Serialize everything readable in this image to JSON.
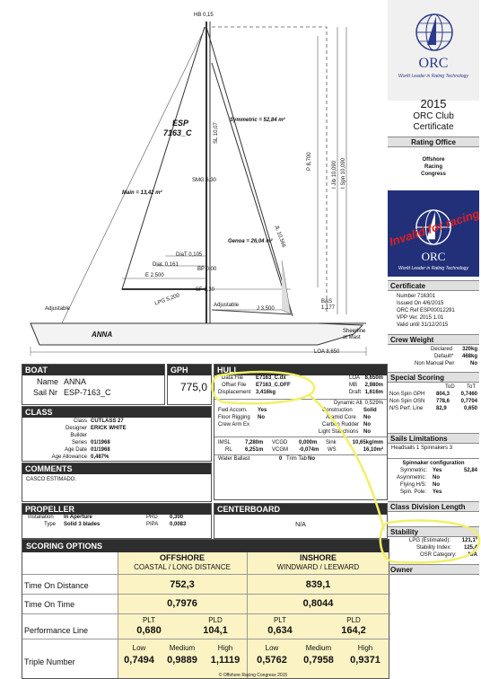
{
  "drawing": {
    "hb": "HB 0,15",
    "sail_id": "ESP",
    "sail_nr": "7163_C",
    "symmetric": "Symmetric = 52,84 m²",
    "sl": "SL 10,07",
    "smg": "SMG 6,30",
    "p": "P 8,700",
    "ijb": "I Jib 10,090",
    "ispn": "I Spn 10,090",
    "main": "Main = 13,42 m²",
    "jl": "JL 10,566",
    "genoa": "Genoa = 26,04 m²",
    "dia_t": "DiaT 0,105",
    "dia_l": "DiaL 0,161",
    "bp": "BP 0,00",
    "e": "E 2,500",
    "sf": "SF 6,30",
    "lpg": "LPG 5,200",
    "adj1": "Adjustable",
    "adj2": "Adjustable",
    "j": "J 3,500",
    "bas": "BAS",
    "bas_v": "1,177",
    "boat_name": "ANNA",
    "sheerline": "Sheerline",
    "at_mast": "at Mast",
    "loa": "LOA 8,650"
  },
  "right": {
    "logo": "ORC",
    "tagline": "World Leader in Rating Technology",
    "year": "2015",
    "cert_title1": "ORC Club",
    "cert_title2": "Certificate",
    "rating_office": "Rating Office",
    "ro1": "Offshore",
    "ro2": "Racing",
    "ro3": "Congress",
    "stamp": "Invalid for racing",
    "logo2": "ORC",
    "tagline2": "World Leader in Rating Technology",
    "certificate_h": "Certificate",
    "cert_rows": [
      "Number 716301",
      "Issued On 4/6/2015",
      "ORC Ref ESP00012291",
      "VPP Ver. 2015 1.01",
      "Valid until 31/12/2015"
    ],
    "crew_h": "Crew Weight",
    "crew": [
      {
        "l": "Declared",
        "v": "320kg"
      },
      {
        "l": "Default*",
        "v": "468kg"
      },
      {
        "l": "Non Manual Pwr",
        "v": "No"
      }
    ],
    "special_h": "Special Scoring",
    "special_cols": [
      "ToD",
      "ToT"
    ],
    "special": [
      {
        "l": "Non Spin GPH",
        "a": "804,3",
        "b": "0,7460"
      },
      {
        "l": "Non Spin OSN",
        "a": "778,6",
        "b": "0,7704"
      },
      {
        "l": "N/S Perf. Line",
        "a": "82,9",
        "b": "0,650"
      }
    ],
    "sails_h": "Sails Limitations",
    "sails": "Headsails 1 Spinnakers 3",
    "spin_h": "Spinnaker configuration",
    "spin": [
      {
        "l": "Symmetric:",
        "v": "Yes",
        "x": "52,84"
      },
      {
        "l": "Asymmetric:",
        "v": "No",
        "x": ""
      },
      {
        "l": "Flying H/S:",
        "v": "No",
        "x": ""
      },
      {
        "l": "Spin. Pole:",
        "v": "Yes",
        "x": ""
      }
    ],
    "class_div_h": "Class Division Length",
    "stability_h": "Stability",
    "stability": [
      {
        "l": "LPG (Estimated):",
        "v": "121,1º"
      },
      {
        "l": "Stability Index:",
        "v": "125,4"
      },
      {
        "l": "OSR Category:",
        "v": "N/A"
      }
    ],
    "owner_h": "Owner"
  },
  "boat": {
    "h": "BOAT",
    "name_l": "Name",
    "name": "ANNA",
    "sail_l": "Sail Nr",
    "sail": "ESP-7163_C",
    "gph_h": "GPH",
    "gph": "775,0"
  },
  "hull": {
    "h": "HULL",
    "rows": [
      {
        "l": "Data File",
        "v": "E7163_C.dx",
        "l2": "LOA",
        "v2": "8,650m"
      },
      {
        "l": "Offset File",
        "v": "E7163_C.OFF",
        "l2": "MB",
        "v2": "2,980m"
      },
      {
        "l": "Displacement",
        "v": "3,416kg",
        "l2": "Draft",
        "v2": "1,616m"
      }
    ],
    "dyn": "Dynamic All. 0,529%",
    "cons_l": "Construction",
    "cons_v": "Solid",
    "fwd_l": "Fwd Accom.",
    "fwd_v": "Yes",
    "floor_l": "Floor Rigging",
    "floor_v": "No",
    "crew_arm_l": "Crew Arm Ex",
    "aramid_l": "Aramid Core",
    "aramid_v": "No",
    "carb_l": "Carbon Rudder",
    "carb_v": "No",
    "light_l": "Light Stanchions",
    "light_v": "No",
    "imsl": "IMSL",
    "imsl_v": "7,280m",
    "vcgd": "VCGD",
    "vcgd_v": "0,000m",
    "sink": "Sink",
    "sink_v": "10,65kg/mm",
    "rl": "RL",
    "rl_v": "6,251m",
    "vcgm": "VCGM",
    "vcgm_v": "-0,074m",
    "ws": "WS",
    "ws_v": "16,10m²",
    "wb": "Water Ballast",
    "wb_v": "0",
    "trim": "Trim Tab",
    "trim_v": "No"
  },
  "klass": {
    "h": "CLASS",
    "rows": [
      {
        "l": "Class",
        "v": "CUTLASS 27"
      },
      {
        "l": "Designer",
        "v": "ERICK WHITE"
      },
      {
        "l": "Builder",
        "v": ""
      },
      {
        "l": "Series",
        "v": "01/1968"
      },
      {
        "l": "Age Date",
        "v": "01/1968"
      },
      {
        "l": "Age Allowance",
        "v": "0,487%"
      }
    ]
  },
  "comments": {
    "h": "COMMENTS",
    "text": "CASCO ESTIMADO."
  },
  "propeller": {
    "h": "PROPELLER",
    "inst_l": "Installation",
    "inst_v": "In Aperture",
    "prd_l": "PRD",
    "prd_v": "0,300",
    "type_l": "Type",
    "type_v": "Solid 3 blades",
    "pipa_l": "PIPA",
    "pipa_v": "0,0083"
  },
  "centerboard": {
    "h": "CENTERBOARD",
    "v": "N/A"
  },
  "scoring": {
    "h": "SCORING OPTIONS",
    "off_t1": "OFFSHORE",
    "off_t2": "COASTAL / LONG DISTANCE",
    "in_t1": "INSHORE",
    "in_t2": "WINDWARD / LEEWARD",
    "tod_l": "Time On Distance",
    "tod_off": "752,3",
    "tod_in": "839,1",
    "tot_l": "Time On Time",
    "tot_off": "0,7976",
    "tot_in": "0,8044",
    "pl_l": "Performance Line",
    "plt": "PLT",
    "pld": "PLD",
    "plt_off": "0,680",
    "pld_off": "104,1",
    "plt_in": "0,634",
    "pld_in": "164,2",
    "tn_l": "Triple Number",
    "low": "Low",
    "medium": "Medium",
    "high": "High",
    "tn_off": [
      "0,7494",
      "0,9889",
      "1,1119"
    ],
    "tn_in": [
      "0,5762",
      "0,7958",
      "0,9371"
    ],
    "footer": "© Offshore Racing Congress 2015"
  }
}
